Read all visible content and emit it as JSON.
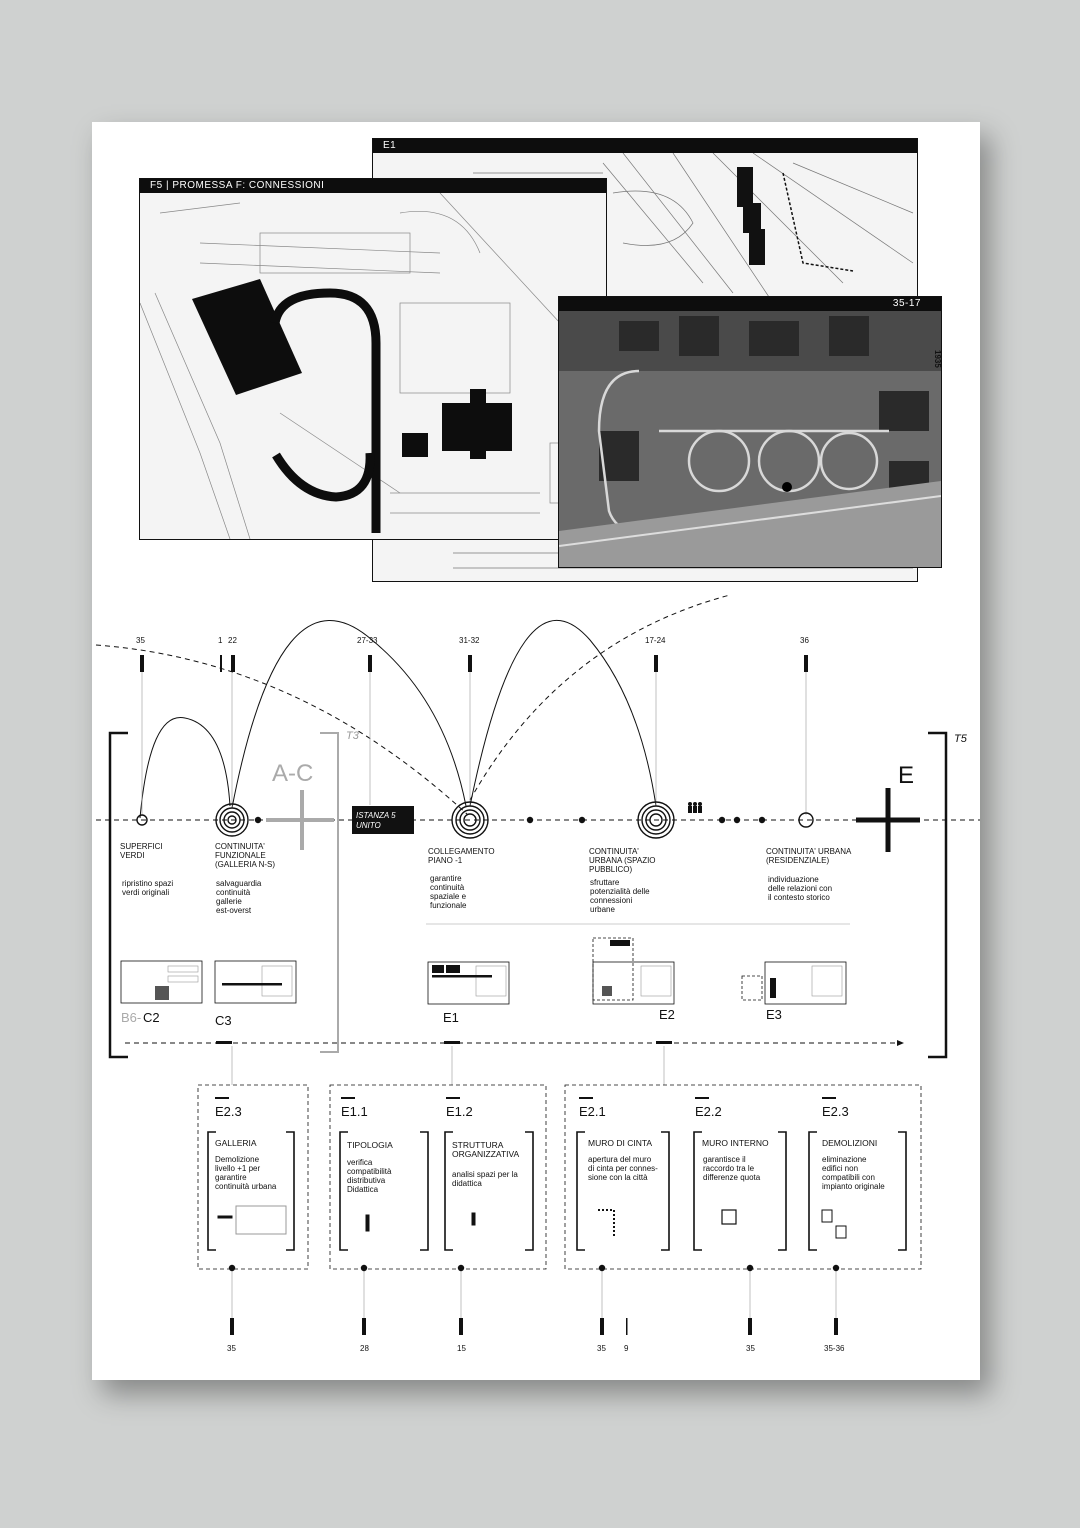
{
  "panels": {
    "f5_label": "F5  |  PROMESSA F: CONNESSIONI",
    "e1_label": "E1",
    "photo_label": "35-17",
    "year": "1935"
  },
  "timeline": {
    "top_numbers": [
      "35",
      "1",
      "22",
      "27-33",
      "31-32",
      "17-24",
      "36"
    ],
    "t3": "T3",
    "t5": "T5",
    "ac": "A-C",
    "e_big": "E",
    "istanza": [
      "ISTANZA 5",
      "UNITO"
    ],
    "nodes": [
      {
        "title": [
          "SUPERFICI",
          "VERDI"
        ],
        "desc": [
          "ripristino spazi",
          "verdi originali"
        ]
      },
      {
        "title": [
          "CONTINUITA'",
          "FUNZIONALE",
          "(GALLERIA N-S)"
        ],
        "desc": [
          "salvaguardia",
          "continuità",
          "gallerie",
          "est-overst"
        ]
      },
      {
        "title": [
          "COLLEGAMENTO",
          "PIANO -1"
        ],
        "desc": [
          "garantire",
          "continuità",
          "spaziale e",
          "funzionale"
        ]
      },
      {
        "title": [
          "CONTINUITA'",
          "URBANA (SPAZIO",
          "PUBBLICO)"
        ],
        "desc": [
          "sfruttare",
          "potenzialità delle",
          "connessioni",
          "urbane"
        ]
      },
      {
        "title": [
          "CONTINUITA' URBANA",
          "(RESIDENZIALE)"
        ],
        "desc": [
          "individuazione",
          "delle relazioni con",
          "il contesto storico"
        ]
      }
    ],
    "thumb_codes": [
      "B6-",
      "C2",
      "C3",
      "E1",
      "E2",
      "E3"
    ]
  },
  "cards": [
    {
      "code": "E2.3",
      "title": [
        "GALLERIA"
      ],
      "desc": [
        "Demolizione",
        "livello +1 per",
        "garantire",
        "continuità urbana"
      ],
      "num": "35"
    },
    {
      "code": "E1.1",
      "title": [
        "TIPOLOGIA"
      ],
      "desc": [
        "verifica",
        "compatibilità",
        "distributiva",
        "Didattica"
      ],
      "num": "28"
    },
    {
      "code": "E1.2",
      "title": [
        "STRUTTURA",
        "ORGANIZZATIVA"
      ],
      "desc": [
        "analisi spazi per la",
        "didattica"
      ],
      "num": "15"
    },
    {
      "code": "E2.1",
      "title": [
        "MURO DI CINTA"
      ],
      "desc": [
        "apertura del muro",
        "di cinta per connes-",
        "sione con la città"
      ],
      "num": "35"
    },
    {
      "code": "E2.2",
      "title": [
        "MURO INTERNO"
      ],
      "desc": [
        "garantisce il",
        "raccordo tra le",
        "differenze quota"
      ],
      "num": "35"
    },
    {
      "code": "E2.3",
      "title": [
        "DEMOLIZIONI"
      ],
      "desc": [
        "eliminazione",
        "edifici non",
        "compatibili con",
        "impianto originale"
      ],
      "num": "35-36"
    }
  ],
  "extra_num": "9"
}
